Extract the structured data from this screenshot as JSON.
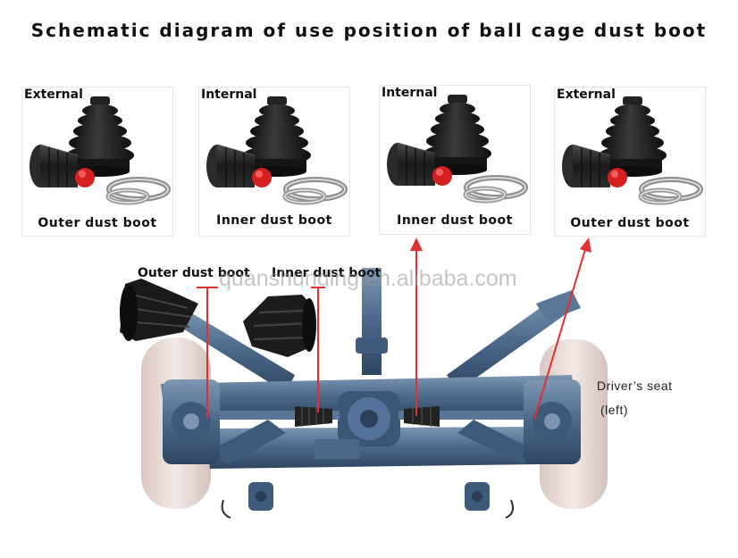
{
  "title": "Schematic diagram of use position of ball cage dust boot",
  "cards": [
    {
      "tag": "External",
      "caption": "Outer dust boot"
    },
    {
      "tag": "Internal",
      "caption": "Inner dust boot"
    },
    {
      "tag": "Internal",
      "caption": "Inner dust boot"
    },
    {
      "tag": "External",
      "caption": "Outer dust boot"
    }
  ],
  "callouts": {
    "outer": "Outer dust boot",
    "inner": "Inner dust boot"
  },
  "watermark": "quanshunding.en.alibaba.com",
  "driver": {
    "line1": "Driver’s seat",
    "line2": "(left)"
  },
  "colors": {
    "accent": "#e03030",
    "chassis": "#4d6a8c",
    "tire": "#eadcd8",
    "boot": "#1c1c1c"
  }
}
